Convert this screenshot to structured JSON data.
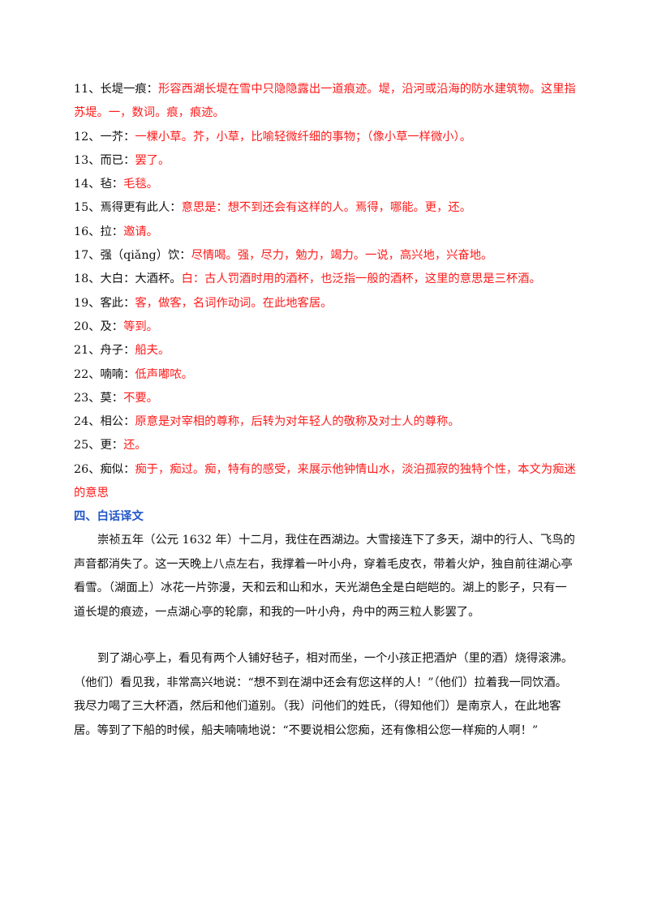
{
  "notes": [
    {
      "head": "11、长堤一痕：",
      "body": "形容西湖长堤在雪中只隐隐露出一道痕迹。堤，沿河或沿海的防水建筑物。这里指苏堤。一，数词。痕，痕迹。"
    },
    {
      "head": "12、一芥：",
      "body": "一棵小草。芥，小草，比喻轻微纤细的事物；（像小草一样微小）。"
    },
    {
      "head": "13、而已：",
      "body": "罢了。"
    },
    {
      "head": "14、毡：",
      "body": "毛毯。"
    },
    {
      "head": "15、焉得更有此人：",
      "body": "意思是：想不到还会有这样的人。焉得，哪能。更，还。"
    },
    {
      "head": "16、拉：",
      "body": "邀请。"
    },
    {
      "head": "17、强（qiǎng）饮：",
      "body": "尽情喝。强，尽力，勉力，竭力。一说，高兴地，兴奋地。"
    },
    {
      "head": "18、大白：大酒杯。",
      "body": "白：古人罚酒时用的酒杯，也泛指一般的酒杯，这里的意思是三杯酒。"
    },
    {
      "head": "19、客此：",
      "body": "客，做客，名词作动词。在此地客居。"
    },
    {
      "head": "20、及：",
      "body": "等到。"
    },
    {
      "head": "21、舟子：",
      "body": "船夫。"
    },
    {
      "head": "22、喃喃：",
      "body": "低声嘟哝。"
    },
    {
      "head": "23、莫：",
      "body": "不要。"
    },
    {
      "head": "24、相公：",
      "body": "原意是对宰相的尊称，后转为对年轻人的敬称及对士人的尊称。"
    },
    {
      "head": "25、更：",
      "body": "还。"
    },
    {
      "head": "26、痴似：",
      "body": "痴于，痴过。痴，特有的感受，来展示他钟情山水，淡泊孤寂的独特个性，本文为痴迷的意思"
    }
  ],
  "section_title": "四、白话译文",
  "paragraphs": [
    "崇祯五年（公元 1632 年）十二月，我住在西湖边。大雪接连下了多天，湖中的行人、飞鸟的声音都消失了。这一天晚上八点左右，我撑着一叶小舟，穿着毛皮衣，带着火炉，独自前往湖心亭看雪。（湖面上）冰花一片弥漫，天和云和山和水，天光湖色全是白皑皑的。湖上的影子，只有一道长堤的痕迹，一点湖心亭的轮廓，和我的一叶小舟，舟中的两三粒人影罢了。",
    "到了湖心亭上，看见有两个人铺好毡子，相对而坐，一个小孩正把酒炉（里的酒）烧得滚沸。（他们）看见我，非常高兴地说：“想不到在湖中还会有您这样的人！”（他们）拉着我一同饮酒。我尽力喝了三大杯酒，然后和他们道别。（我）问他们的姓氏，（得知他们）是南京人，在此地客居。等到了下船的时候，船夫喃喃地说：“不要说相公您痴，还有像相公您一样痴的人啊！”"
  ]
}
